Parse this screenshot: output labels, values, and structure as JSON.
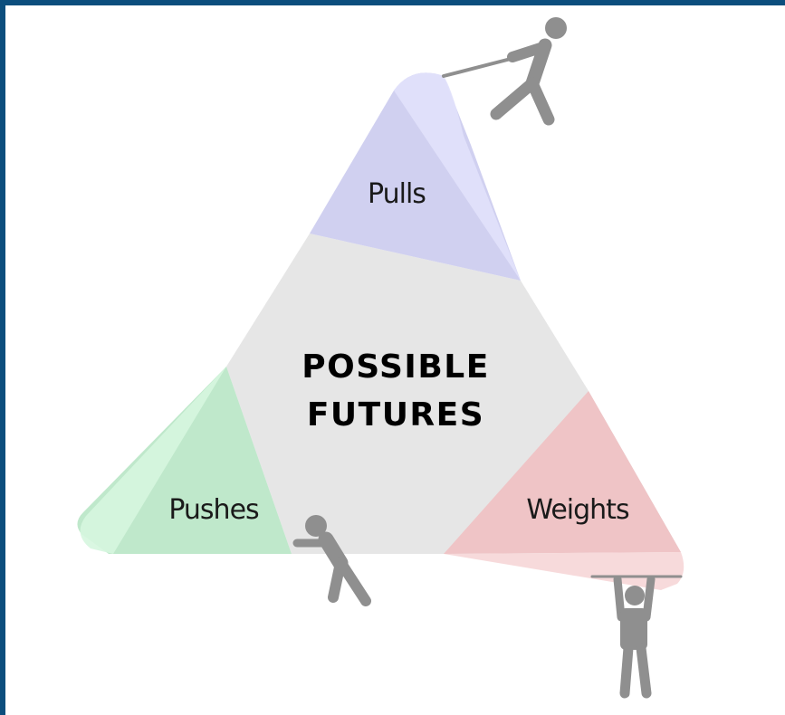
{
  "center_title": {
    "line1": "POSSIBLE",
    "line2": "FUTURES"
  },
  "corners": {
    "pulls": "Pulls",
    "pushes": "Pushes",
    "weights": "Weights"
  },
  "colors": {
    "frame": "#0c4e7d",
    "center": "#e6e6e6",
    "pulls": "#cfcff0",
    "pushes": "#bfe8cb",
    "weights": "#efc4c6",
    "figures": "#8f8f8f"
  },
  "icons": [
    "figure-pulling-icon",
    "figure-pushing-icon",
    "figure-hanging-icon"
  ]
}
